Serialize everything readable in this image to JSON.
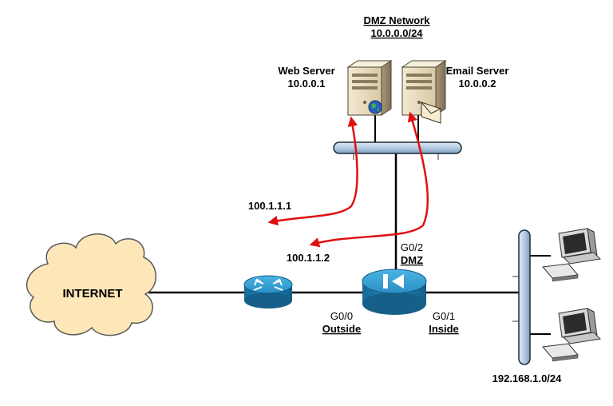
{
  "dmz": {
    "title": "DMZ Network",
    "subnet": "10.0.0.0/24"
  },
  "web_server": {
    "name": "Web Server",
    "ip": "10.0.0.1"
  },
  "email_server": {
    "name": "Email Server",
    "ip": "10.0.0.2"
  },
  "external_hosts": [
    "100.1.1.1",
    "100.1.1.2"
  ],
  "internet_label": "INTERNET",
  "firewall_interfaces": {
    "dmz": {
      "port": "G0/2",
      "zone": "DMZ"
    },
    "outside": {
      "port": "G0/0",
      "zone": "Outside"
    },
    "inside": {
      "port": "G0/1",
      "zone": "Inside"
    }
  },
  "inside_subnet": "192.168.1.0/24",
  "colors": {
    "flow_arrows": "#e01010",
    "device_blue": "#1f84b8",
    "bus_blue": "#b7cde4"
  },
  "icons": [
    "cloud-icon",
    "router-icon",
    "firewall-icon",
    "server-icon",
    "pc-icon"
  ]
}
